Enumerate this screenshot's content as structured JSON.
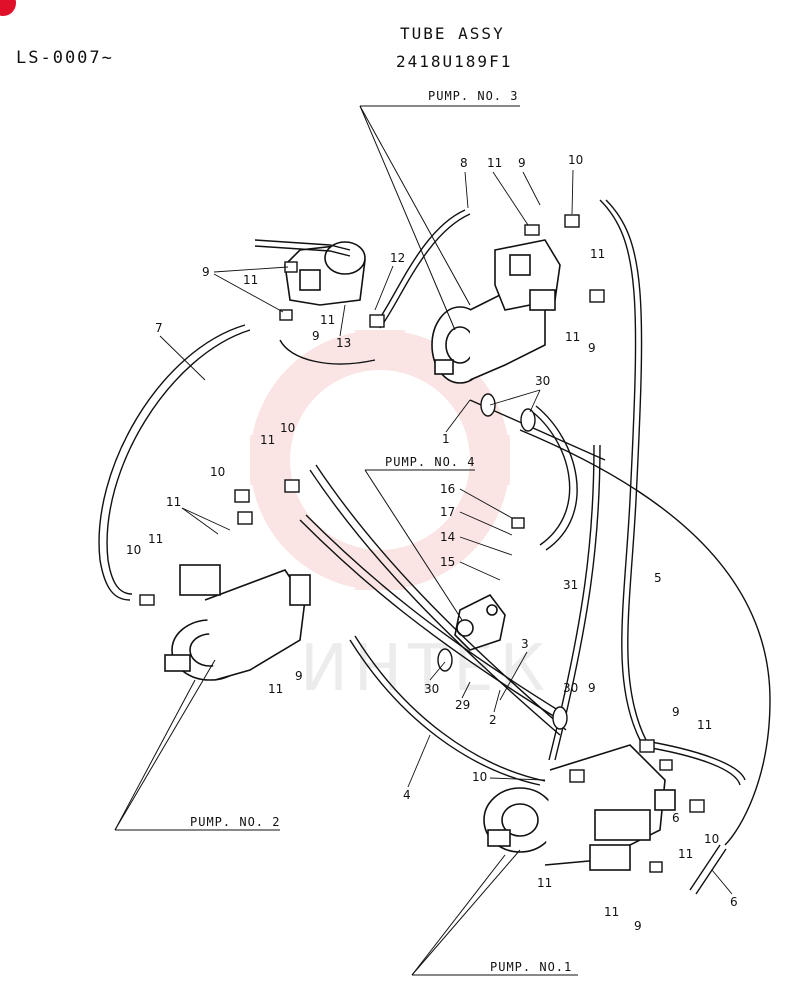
{
  "header": {
    "title": "TUBE ASSY",
    "part_number": "2418U189F1",
    "serial_range": "LS-0007~"
  },
  "watermark": {
    "text": "ИНТЕК",
    "color": "#f6c8c8"
  },
  "accent_color": "#e0102a",
  "pumps": [
    {
      "id": "p3",
      "label": "PUMP. NO. 3"
    },
    {
      "id": "p4",
      "label": "PUMP. NO. 4"
    },
    {
      "id": "p2",
      "label": "PUMP. NO. 2"
    },
    {
      "id": "p1",
      "label": "PUMP. NO.1"
    }
  ],
  "callouts": [
    "8",
    "11",
    "9",
    "10",
    "9",
    "11",
    "11",
    "12",
    "9",
    "13",
    "11",
    "11",
    "9",
    "7",
    "30",
    "1",
    "11",
    "10",
    "10",
    "11",
    "16",
    "17",
    "14",
    "15",
    "10",
    "11",
    "3",
    "31",
    "5",
    "11",
    "9",
    "30",
    "30",
    "9",
    "29",
    "2",
    "9",
    "11",
    "4",
    "10",
    "6",
    "10",
    "11",
    "11",
    "11",
    "9",
    "6"
  ]
}
